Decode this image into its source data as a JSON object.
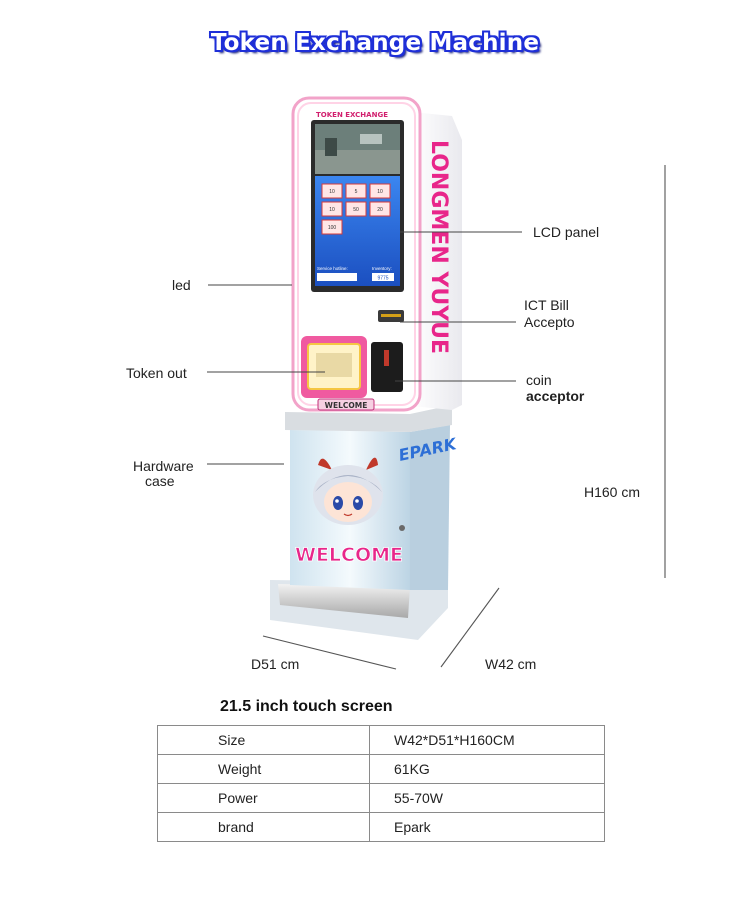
{
  "title": "Token Exchange Machine",
  "machine": {
    "header_text": "TOKEN EXCHANGE",
    "side_brand": "LONGMEN YUYUE",
    "brand_logo": "EPARK",
    "panel_welcome": "WELCOME",
    "cabinet_welcome": "WELCOME",
    "screen": {
      "tiles": [
        "10",
        "5",
        "10",
        "10",
        "50",
        "20",
        "100"
      ],
      "service_hotline_label": "Service hotline:",
      "inventory_label": "Inventory:",
      "inventory_value": "9775"
    }
  },
  "callouts": {
    "lcd_panel": "LCD panel",
    "led": "led",
    "bill_acceptor_line1": "ICT Bill",
    "bill_acceptor_line2": "Accepto",
    "token_out": "Token out",
    "coin_line1": "coin",
    "coin_line2": "acceptor",
    "hardware_line1": "Hardware",
    "hardware_line2": "case",
    "height": "H160 cm",
    "depth": "D51 cm",
    "width": "W42 cm"
  },
  "specs": {
    "heading": "21.5 inch touch screen",
    "rows": [
      {
        "key": "Size",
        "value": "W42*D51*H160CM"
      },
      {
        "key": "Weight",
        "value": "61KG"
      },
      {
        "key": "Power",
        "value": "55-70W"
      },
      {
        "key": "brand",
        "value": "Epark"
      }
    ]
  },
  "colors": {
    "title_blue": "#1e2fd8",
    "accent_pink": "#e8268a",
    "screen_blue": "#2a6fe0"
  }
}
